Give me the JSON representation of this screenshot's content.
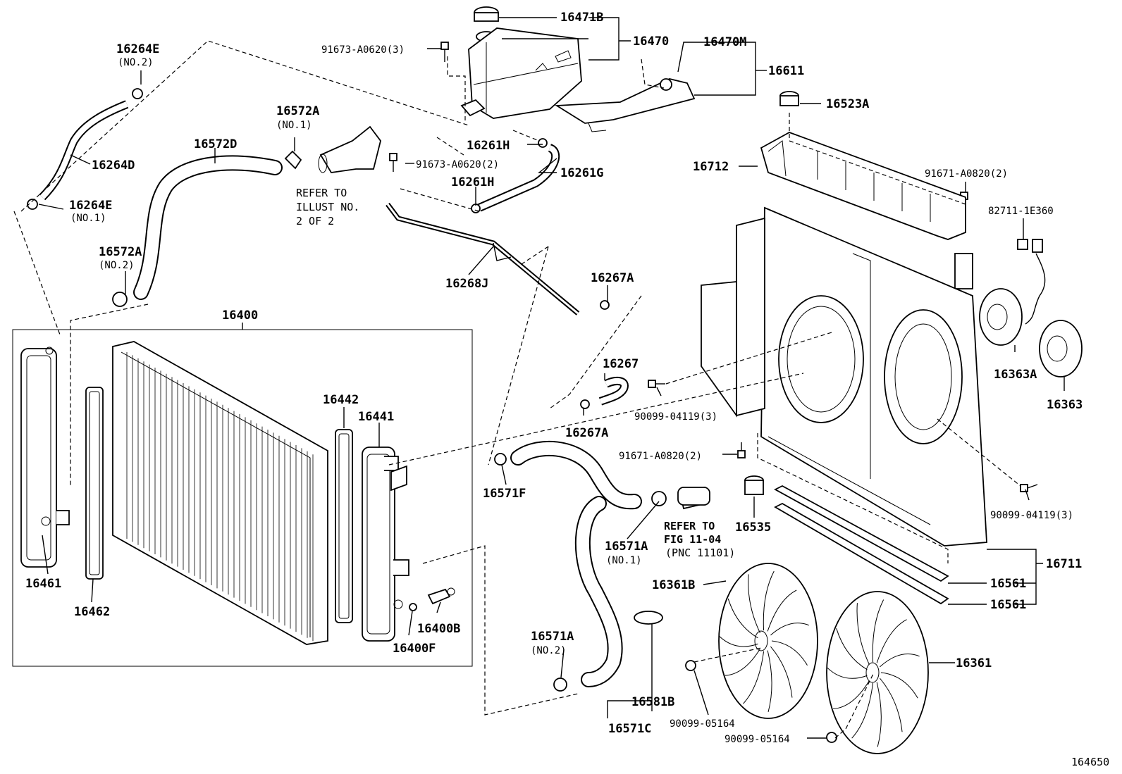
{
  "diagram_id": "164650",
  "labels": {
    "l16471B": "16471B",
    "l16470": "16470",
    "l16470M": "16470M",
    "l16611": "16611",
    "l91673a": "91673-A0620(3)",
    "l16264E_top": "16264E",
    "l16264E_top_sub": "(NO.2)",
    "l16264D": "16264D",
    "l16264E_bot": "16264E",
    "l16264E_bot_sub": "(NO.1)",
    "l16572A_1": "16572A",
    "l16572A_1_sub": "(NO.1)",
    "l16572D": "16572D",
    "l16572A_2": "16572A",
    "l16572A_2_sub": "(NO.2)",
    "l16261H_a": "16261H",
    "l91673b": "91673-A0620(2)",
    "l16261H_b": "16261H",
    "l16261G": "16261G",
    "l16268J": "16268J",
    "l16267A_a": "16267A",
    "l16267": "16267",
    "l16267A_b": "16267A",
    "l16523A": "16523A",
    "l16712": "16712",
    "l91671a": "91671-A0820(2)",
    "l82711": "82711-1E360",
    "l16363A": "16363A",
    "l16363": "16363",
    "l90099a": "90099-04119(3)",
    "l91671b": "91671-A0820(2)",
    "l90099b": "90099-04119(3)",
    "l16535": "16535",
    "l16711": "16711",
    "l16561a": "16561",
    "l16561b": "16561",
    "l16400": "16400",
    "l16461": "16461",
    "l16462": "16462",
    "l16442": "16442",
    "l16441": "16441",
    "l16400B": "16400B",
    "l16400F": "16400F",
    "l16571F": "16571F",
    "l16571A_1": "16571A",
    "l16571A_1_sub": "(NO.1)",
    "l16571A_2": "16571A",
    "l16571A_2_sub": "(NO.2)",
    "l16571C": "16571C",
    "l16581B": "16581B",
    "l16361B": "16361B",
    "l16361": "16361",
    "l90099c": "90099-05164",
    "l90099d": "90099-05164"
  },
  "notes": {
    "refer_illust_1": "REFER TO",
    "refer_illust_2": "ILLUST NO.",
    "refer_illust_3": "2 OF 2",
    "refer_fig_1": "REFER TO",
    "refer_fig_2": "FIG 11-04",
    "refer_fig_3": "(PNC 11101)"
  }
}
